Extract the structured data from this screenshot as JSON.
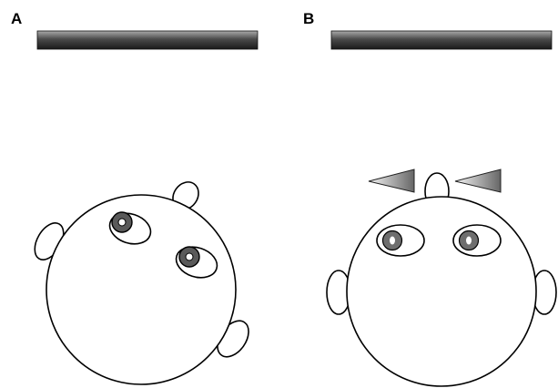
{
  "figure": {
    "panels": [
      {
        "id": "A",
        "label": "A"
      },
      {
        "id": "B",
        "label": "B"
      }
    ]
  },
  "colors": {
    "background": "#ffffff",
    "outline": "#000000",
    "pupil_ring_dark": "#5a5a5a",
    "pupil_ring_medium": "#6e6e6e",
    "screen_bar_dark": "#1e1e1e",
    "screen_bar_light": "#9a9a9a",
    "wedge_light": "#f2f2f2",
    "wedge_dark": "#6a6a6a"
  }
}
